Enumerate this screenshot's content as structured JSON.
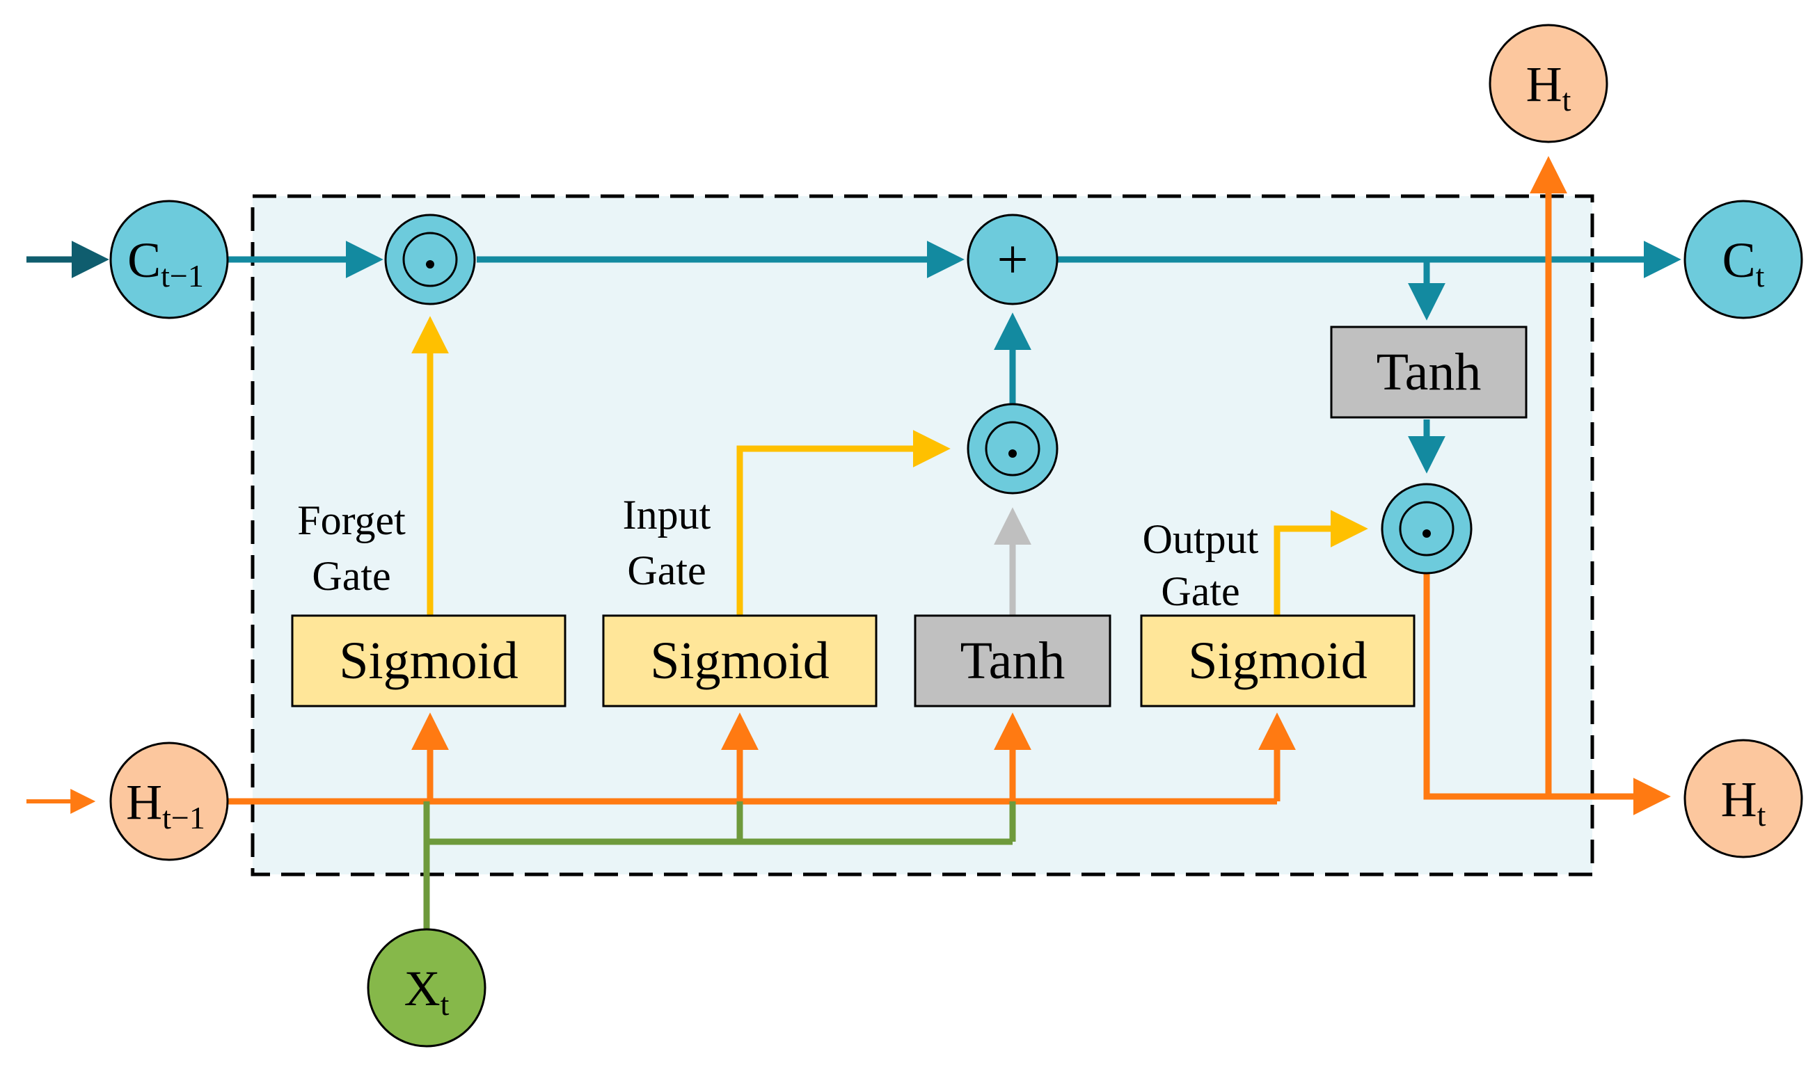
{
  "colors": {
    "cell": "#138aa0",
    "hidden": "#ff7a12",
    "input": "#6e9a3c",
    "gate": "#ffc000",
    "candidate": "#bfbfbf",
    "cell_node_fill": "#6dcbdc",
    "hidden_node_fill": "#fcc79e",
    "input_node_fill": "#86b84a",
    "sigmoid_fill": "#ffe699",
    "tanh_fill": "#c0c0c0",
    "cell_box_fill": "#eaf5f8"
  },
  "nodes": {
    "c_prev": {
      "main": "C",
      "sub": "t−1"
    },
    "h_prev": {
      "main": "H",
      "sub": "t−1"
    },
    "x_t": {
      "main": "X",
      "sub": "t"
    },
    "c_t": {
      "main": "C",
      "sub": "t"
    },
    "h_t_right": {
      "main": "H",
      "sub": "t"
    },
    "h_t_top": {
      "main": "H",
      "sub": "t"
    }
  },
  "operators": {
    "multiply": "⊙",
    "add": "+"
  },
  "gates": {
    "forget": {
      "line1": "Forget",
      "line2": "Gate",
      "box": "Sigmoid"
    },
    "input": {
      "line1": "Input",
      "line2": "Gate",
      "box": "Sigmoid"
    },
    "candidate": {
      "box": "Tanh"
    },
    "output": {
      "line1": "Output",
      "line2": "Gate",
      "box": "Sigmoid"
    },
    "cell_tanh": {
      "box": "Tanh"
    }
  }
}
